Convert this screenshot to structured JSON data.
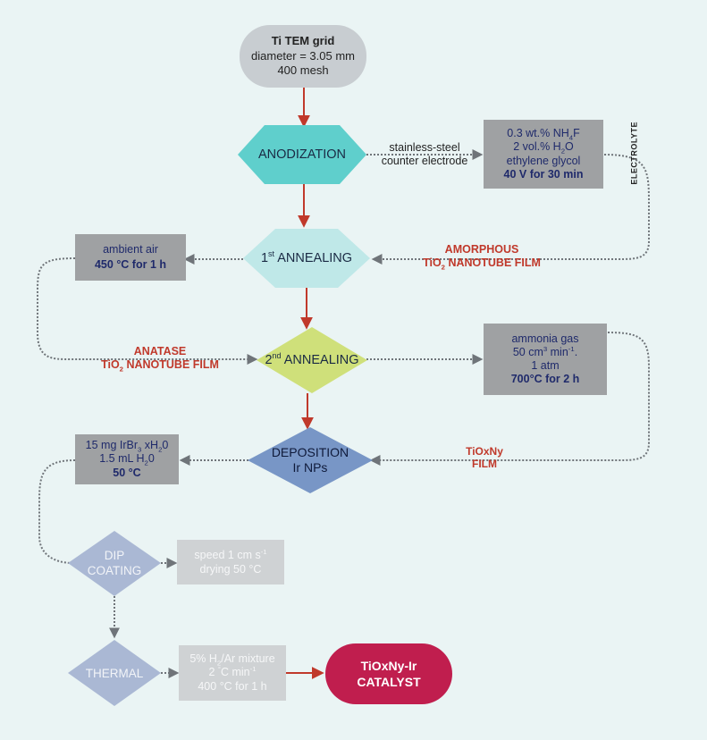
{
  "start": {
    "title": "Ti TEM grid",
    "line2": "diameter = 3.05 mm",
    "line3": "400 mesh"
  },
  "anodization": {
    "label": "ANODIZATION",
    "counter": [
      "stainless-steel",
      "counter electrode"
    ],
    "electrolyte_side": "ELECTROLYTE",
    "electrolyte": {
      "l1_pre": "0.3 wt.% NH",
      "l1_sub": "4",
      "l1_post": "F",
      "l2_pre": "2 vol.% H",
      "l2_sub": "2",
      "l2_post": "O",
      "l3": "ethylene glycol",
      "l4": "40 V for 30 min"
    }
  },
  "annealing1": {
    "label_sup": "st",
    "label_pre": "1",
    "label_post": " ANNEALING",
    "cond": {
      "l1": "ambient air",
      "l2": "450 °C for 1 h"
    },
    "product": {
      "l1": "AMORPHOUS",
      "l2_pre": "TiO",
      "l2_sub": "2",
      "l2_post": " NANOTUBE FILM"
    }
  },
  "annealing2": {
    "label_pre": "2",
    "label_sup": "nd",
    "label_post": " ANNEALING",
    "input": {
      "l1": "ANATASE",
      "l2_pre": "TiO",
      "l2_sub": "2",
      "l2_post": " NANOTUBE FILM"
    },
    "cond": {
      "l1": "ammonia gas",
      "l2_pre": "50 cm",
      "l2_sup": "3",
      "l2_mid": " min",
      "l2_sup2": "-1",
      "l2_post": ".",
      "l3": "1 atm",
      "l4": "700°C for 2 h"
    }
  },
  "deposition": {
    "l1": "DEPOSITION",
    "l2": "Ir NPs",
    "input": {
      "l1": "TiOxNy",
      "l2": "FILM"
    },
    "cond": {
      "l1_pre": "15 mg IrBr",
      "l1_sub": "3",
      "l1_post": " xH",
      "l1_sub2": "2",
      "l1_end": "0",
      "l2_pre": "1.5 mL H",
      "l2_sub": "2",
      "l2_post": "0",
      "l3": "50 °C"
    }
  },
  "dip": {
    "l1": "DIP",
    "l2": "COATING",
    "cond": {
      "l1_pre": "speed 1 cm s",
      "l1_sup": "-1",
      "l2": "drying 50 °C"
    }
  },
  "thermal": {
    "label": "THERMAL",
    "cond": {
      "l1_pre": "5% H",
      "l1_sub": "2",
      "l1_post": "/Ar mixture",
      "l2_pre": "2 ",
      "l2_sup": "°",
      "l2_post": "C min",
      "l2_sup2": "-1",
      "l3": "400 °C for 1 h"
    }
  },
  "catalyst": {
    "l1": "TiOxNy-Ir",
    "l2": "CATALYST"
  },
  "colors": {
    "start": "#c8cdd1",
    "anodization": "#5fcfcc",
    "annealing1": "#bfe8e8",
    "annealing2": "#cfe07a",
    "deposition": "#7896c6",
    "faded": "#aab8d4",
    "box_dark": "#9fa1a3",
    "box_light": "#cfd2d4",
    "catalyst": "#c01e4e",
    "arrow_red": "#c0392b",
    "dotted": "#7a7f84"
  }
}
